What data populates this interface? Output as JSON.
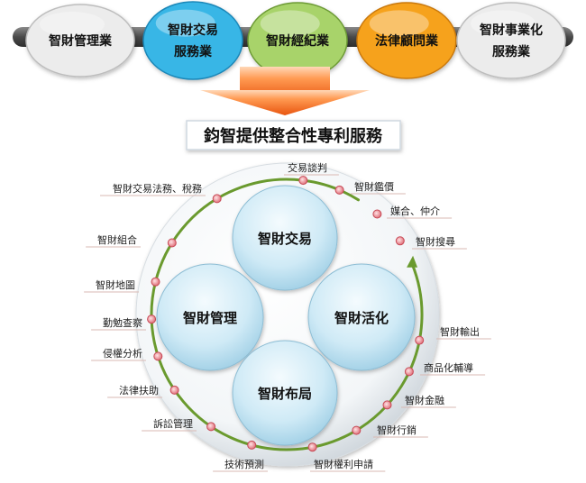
{
  "top_bar": {
    "items": [
      {
        "lines": [
          "智財管理業"
        ],
        "color": "#ececec",
        "edge": "#bdbdbd"
      },
      {
        "lines": [
          "智財交易",
          "服務業"
        ],
        "color": "#39b6e6",
        "edge": "#1a87b8"
      },
      {
        "lines": [
          "智財經紀業"
        ],
        "color": "#a8d36a",
        "edge": "#6c9a35"
      },
      {
        "lines": [
          "法律顧問業"
        ],
        "color": "#f6a21e",
        "edge": "#c9780a"
      },
      {
        "lines": [
          "智財事業化",
          "服務業"
        ],
        "color": "#ececec",
        "edge": "#bdbdbd"
      }
    ]
  },
  "banner": {
    "title": "鈞智提供整合性專利服務"
  },
  "core": {
    "circles": [
      {
        "id": "trade",
        "label": "智財交易"
      },
      {
        "id": "manage",
        "label": "智財管理"
      },
      {
        "id": "activate",
        "label": "智財活化"
      },
      {
        "id": "layout",
        "label": "智財布局"
      }
    ]
  },
  "ring_labels": [
    "交易談判",
    "智財鑑價",
    "媒合、仲介",
    "智財搜尋",
    "智財輸出",
    "商品化輔導",
    "智財金融",
    "智財行銷",
    "智財權利申請",
    "技術預測",
    "訴訟管理",
    "法律扶助",
    "侵權分析",
    "勤勉查察",
    "智財地圖",
    "智財組合",
    "智財交易法務、稅務"
  ],
  "colors": {
    "ring": "#6a9a2e",
    "dot": "#e0707a",
    "arrow": "#f06a1c"
  }
}
